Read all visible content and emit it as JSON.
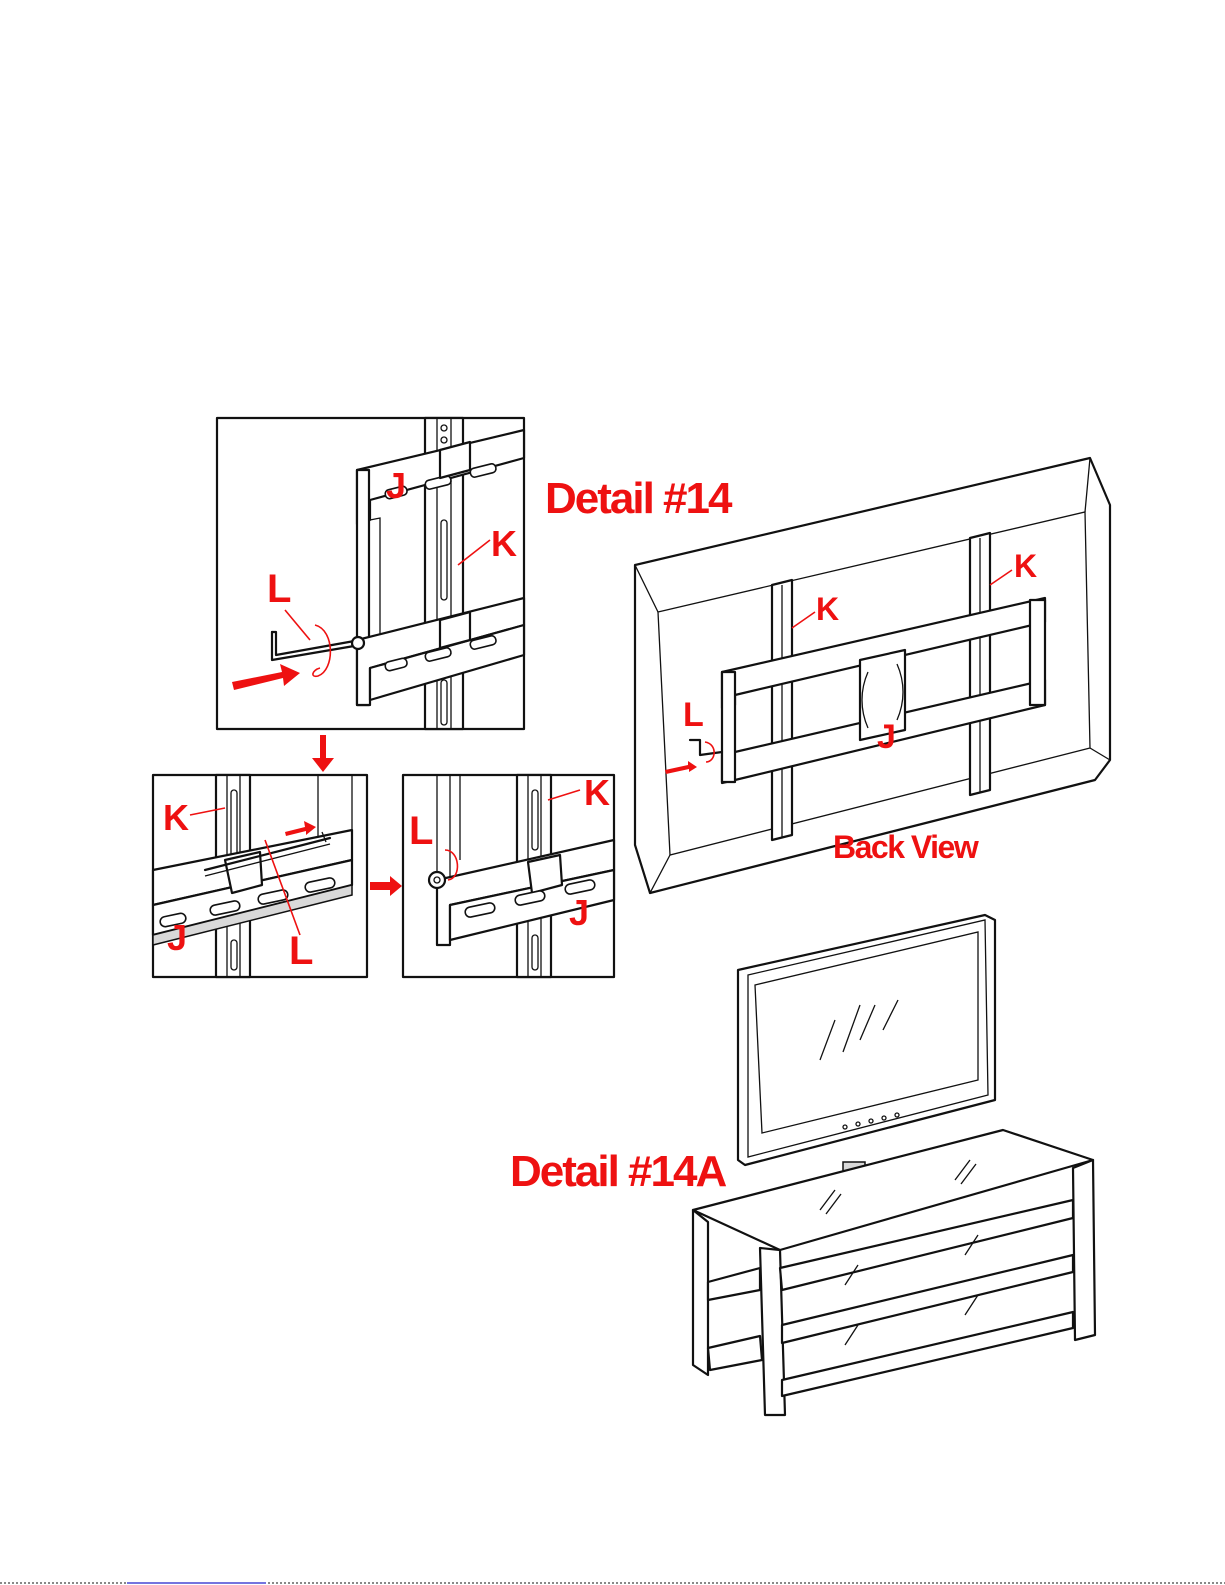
{
  "detail_14": {
    "title": "Detail #14"
  },
  "detail_14a": {
    "title": "Detail #14A"
  },
  "back_view": {
    "caption": "Back View"
  },
  "part_labels": {
    "bracket": "J",
    "arm": "K",
    "key": "L"
  },
  "colors": {
    "label_red": "#ee1111",
    "line_black": "#111111",
    "background": "#ffffff"
  }
}
